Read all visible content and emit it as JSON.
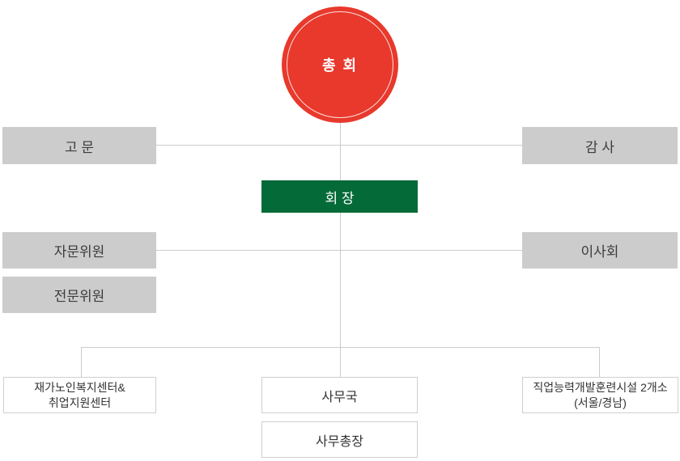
{
  "colors": {
    "assembly_red": "#e8392c",
    "chairman_green": "#046a38",
    "node_gray": "#cccccc",
    "connector_gray": "#cccccc",
    "text_dark": "#3c3c3c",
    "text_white": "#ffffff"
  },
  "org_chart": {
    "general_assembly": "총 회",
    "advisor": "고 문",
    "auditor": "감 사",
    "chairman": "회 장",
    "advisory_committee": "자문위원",
    "board_of_directors": "이사회",
    "expert_committee": "전문위원",
    "welfare_center_line1": "재가노인복지센터&",
    "welfare_center_line2": "취업지원센터",
    "secretariat": "사무국",
    "training_facility_line1": "직업능력개발훈련시설 2개소",
    "training_facility_line2": "(서울/경남)",
    "secretary_general": "사무총장"
  }
}
